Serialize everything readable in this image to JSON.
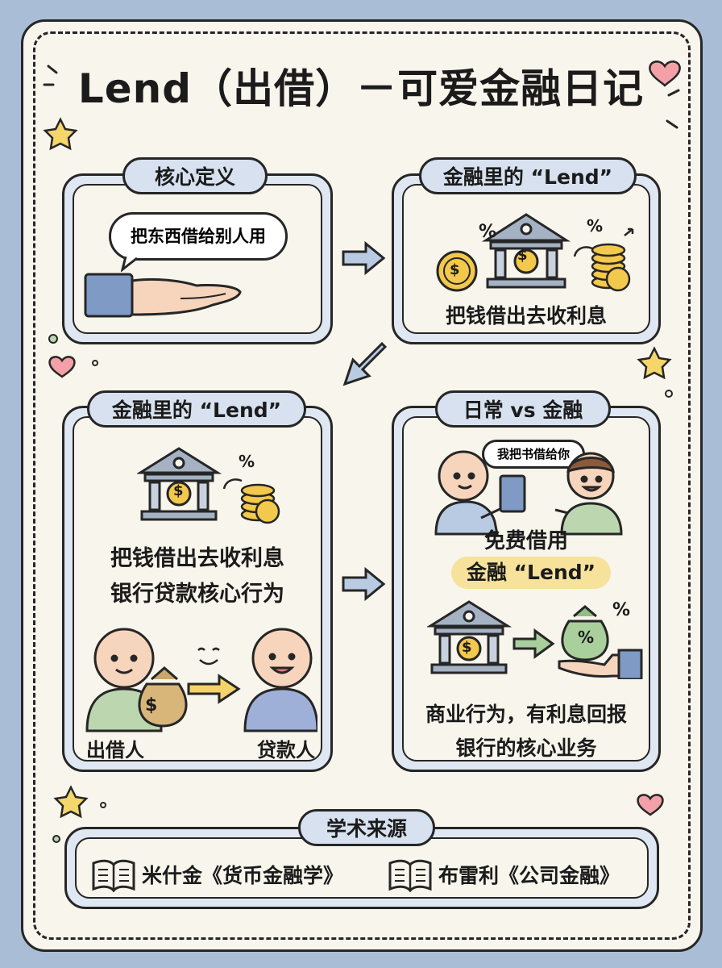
{
  "title": "Lend（出借）－可爱金融日记",
  "card1": {
    "label": "核心定义",
    "bubble": "把东西借给别人用"
  },
  "card2": {
    "label": "金融里的 “Lend”",
    "caption": "把钱借出去收利息"
  },
  "card3": {
    "label": "金融里的 “Lend”",
    "line1": "把钱借出去收利息",
    "line2": "银行贷款核心行为",
    "lender": "出借人",
    "borrower": "贷款人"
  },
  "card4": {
    "label": "日常 vs 金融",
    "speech": "我把书借给你",
    "free": "免费借用",
    "pill": "金融 “Lend”",
    "line1": "商业行为，有利息回报",
    "line2": "银行的核心业务"
  },
  "sources": {
    "label": "学术来源",
    "book1": "米什金《货币金融学》",
    "book2": "布雷利《公司金融》"
  },
  "symbols": {
    "dollar": "$",
    "percent": "%"
  },
  "icons": [
    "star-icon",
    "heart-icon",
    "bank-icon",
    "coin-icon",
    "coin-stack-icon",
    "hand-icon",
    "money-bag-icon",
    "book-icon",
    "arrow-icon",
    "smile-icon"
  ]
}
